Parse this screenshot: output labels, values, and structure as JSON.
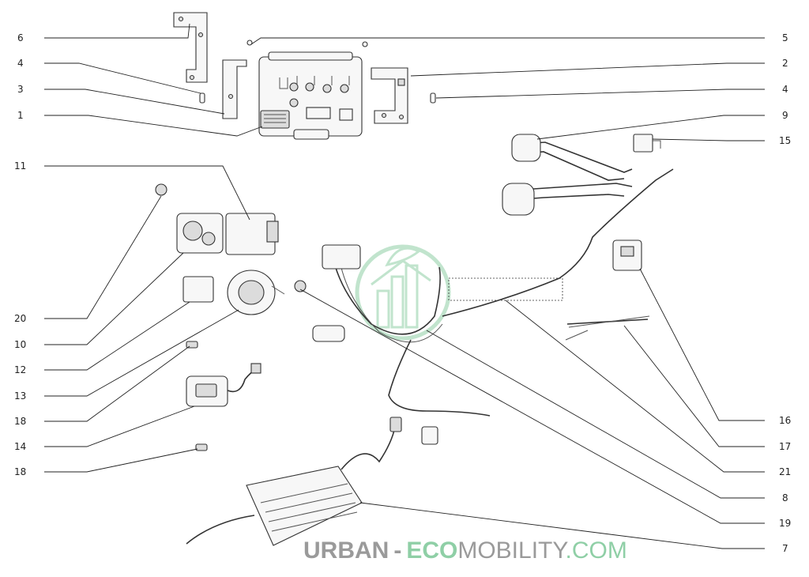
{
  "callouts_left": [
    {
      "id": "l-6",
      "label": "6"
    },
    {
      "id": "l-4a",
      "label": "4"
    },
    {
      "id": "l-3",
      "label": "3"
    },
    {
      "id": "l-1",
      "label": "1"
    },
    {
      "id": "l-11",
      "label": "11"
    },
    {
      "id": "l-20",
      "label": "20"
    },
    {
      "id": "l-10",
      "label": "10"
    },
    {
      "id": "l-12",
      "label": "12"
    },
    {
      "id": "l-13",
      "label": "13"
    },
    {
      "id": "l-18a",
      "label": "18"
    },
    {
      "id": "l-14",
      "label": "14"
    },
    {
      "id": "l-18b",
      "label": "18"
    }
  ],
  "callouts_right": [
    {
      "id": "r-5",
      "label": "5"
    },
    {
      "id": "r-2",
      "label": "2"
    },
    {
      "id": "r-4b",
      "label": "4"
    },
    {
      "id": "r-9",
      "label": "9"
    },
    {
      "id": "r-15",
      "label": "15"
    },
    {
      "id": "r-16",
      "label": "16"
    },
    {
      "id": "r-17",
      "label": "17"
    },
    {
      "id": "r-21",
      "label": "21"
    },
    {
      "id": "r-8",
      "label": "8"
    },
    {
      "id": "r-19",
      "label": "19"
    },
    {
      "id": "r-7",
      "label": "7"
    }
  ],
  "watermark": {
    "part_urban": "URBAN",
    "part_sep": "-",
    "part_eco": "ECO",
    "part_mobility": "MOBILITY",
    "part_com": ".COM"
  },
  "colors": {
    "line": "#222222",
    "watermark_gray": "#9a9a9a",
    "watermark_green": "#8fcfa6"
  }
}
